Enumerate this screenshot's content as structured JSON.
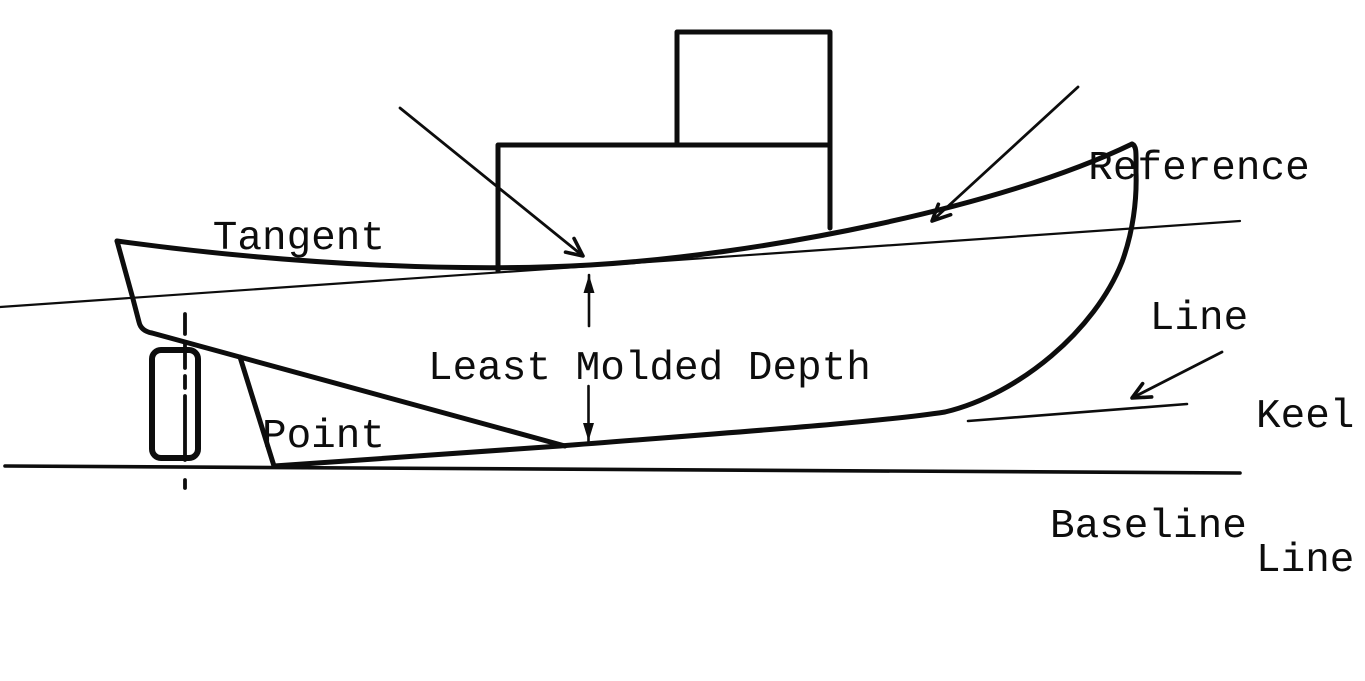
{
  "figure": {
    "description": "Line drawing of a tug hull profile illustrating least molded depth",
    "labels": {
      "tangent_point": {
        "line1": "Tangent",
        "line2": "Point"
      },
      "reference_line": {
        "line1": "Reference",
        "line2": "Line"
      },
      "least_molded_depth": {
        "text": "Least Molded Depth"
      },
      "keel_line": {
        "line1": "Keel",
        "line2": "Line"
      },
      "baseline": {
        "text": "Baseline"
      }
    },
    "colors": {
      "ink": "#0d0d0d",
      "background": "#ffffff"
    }
  }
}
